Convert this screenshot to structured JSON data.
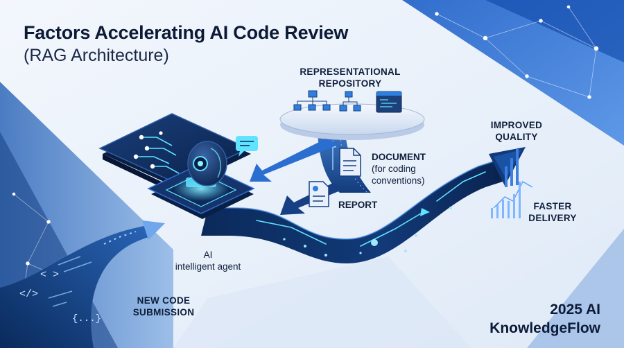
{
  "title": "Factors Accelerating AI Code Review",
  "subtitle": "(RAG Architecture)",
  "labels": {
    "repository_line1": "REPRESENTATIONAL",
    "repository_line2": "REPOSITORY",
    "document_title": "DOCUMENT",
    "document_sub1": "(for coding",
    "document_sub2": "conventions)",
    "report": "REPORT",
    "quality_line1": "IMPROVED",
    "quality_line2": "QUALITY",
    "delivery_line1": "FASTER",
    "delivery_line2": "DELIVERY",
    "agent_line1": "AI",
    "agent_line2": "intelligent agent",
    "submission_line1": "NEW CODE",
    "submission_line2": "SUBMISSION"
  },
  "code_glyphs": [
    "</>",
    "< >",
    "{...}"
  ],
  "brand_line1": "2025 AI",
  "brand_line2": "KnowledgeFlow",
  "colors": {
    "navy": "#0b2a5b",
    "deep_navy": "#081d40",
    "accent_blue": "#2f7fe0",
    "glow_cyan": "#5fe3ff",
    "text_dark": "#0c1a36",
    "background": "#eef4fb"
  }
}
